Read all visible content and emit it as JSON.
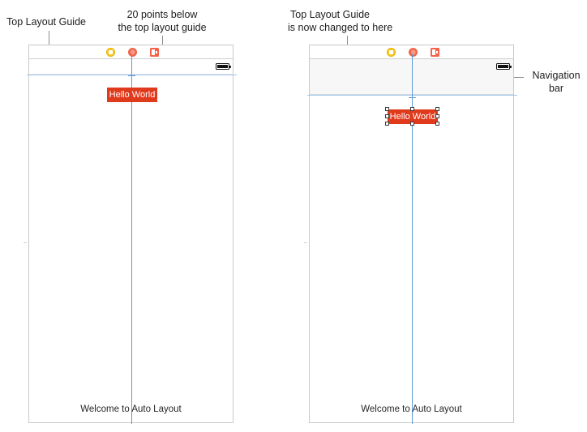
{
  "figure": {
    "title": "Auto Layout top layout guide comparison",
    "accent_red": "#e03a1d",
    "guide_blue": "#5b9bd5",
    "guide_blue_light": "#a9cdf0",
    "navbar_fill": "#f7f7f7"
  },
  "annotations": {
    "left_top_layout_guide": "Top Layout Guide",
    "left_offset_note_line1": "20 points below",
    "left_offset_note_line2": "the top layout guide",
    "right_top_layout_guide_line1": "Top Layout Guide",
    "right_top_layout_guide_line2": "is now changed to here",
    "right_navigation_bar_line1": "Navigation",
    "right_navigation_bar_line2": "bar"
  },
  "panels": [
    {
      "id": "left-panel",
      "name": "before",
      "label_text": "Hello World",
      "label_selected": false,
      "bottom_text": "Welcome to Auto Layout",
      "has_navigation_bar": false,
      "toolbar_icons": [
        "stop-icon",
        "cube-icon",
        "exit-icon"
      ],
      "status_icons": [
        "battery-icon"
      ]
    },
    {
      "id": "right-panel",
      "name": "after",
      "label_text": "Hello World",
      "label_selected": true,
      "bottom_text": "Welcome to Auto Layout",
      "has_navigation_bar": true,
      "toolbar_icons": [
        "stop-icon",
        "cube-icon",
        "exit-icon"
      ],
      "status_icons": [
        "battery-icon"
      ]
    }
  ]
}
